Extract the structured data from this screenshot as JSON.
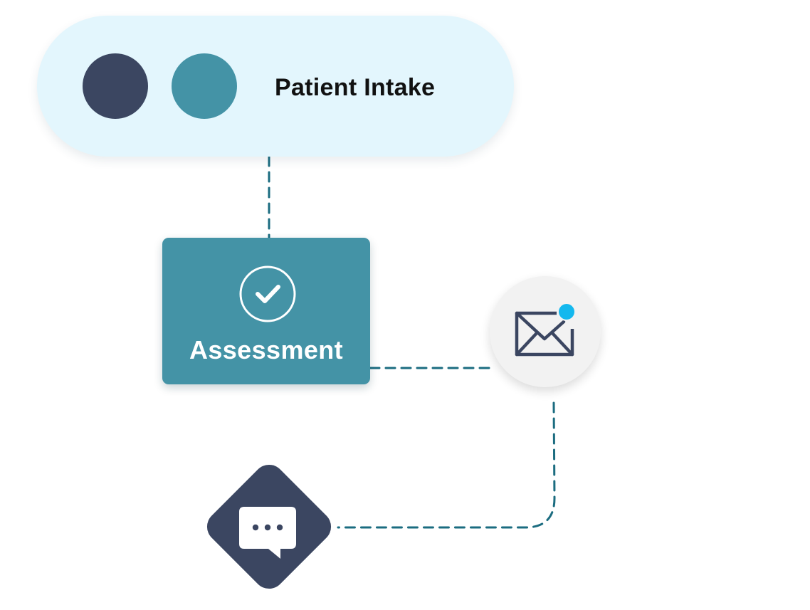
{
  "diagram": {
    "title": "",
    "nodes": {
      "intake": {
        "label": "Patient Intake"
      },
      "assessment": {
        "label": "Assessment",
        "icon": "check-circle-icon"
      },
      "mail": {
        "icon": "envelope-notification-icon"
      },
      "chat": {
        "icon": "chat-bubble-icon"
      }
    },
    "edges": [
      {
        "from": "intake",
        "to": "assessment",
        "style": "dashed"
      },
      {
        "from": "assessment",
        "to": "mail",
        "style": "dashed"
      },
      {
        "from": "mail",
        "to": "chat",
        "style": "dashed"
      }
    ]
  },
  "colors": {
    "navy": "#3b4661",
    "teal": "#4493a6",
    "pill_bg": "#e3f6fd",
    "connector": "#1b6c80",
    "notification": "#14b8ee",
    "mail_bg": "#f2f2f2"
  }
}
